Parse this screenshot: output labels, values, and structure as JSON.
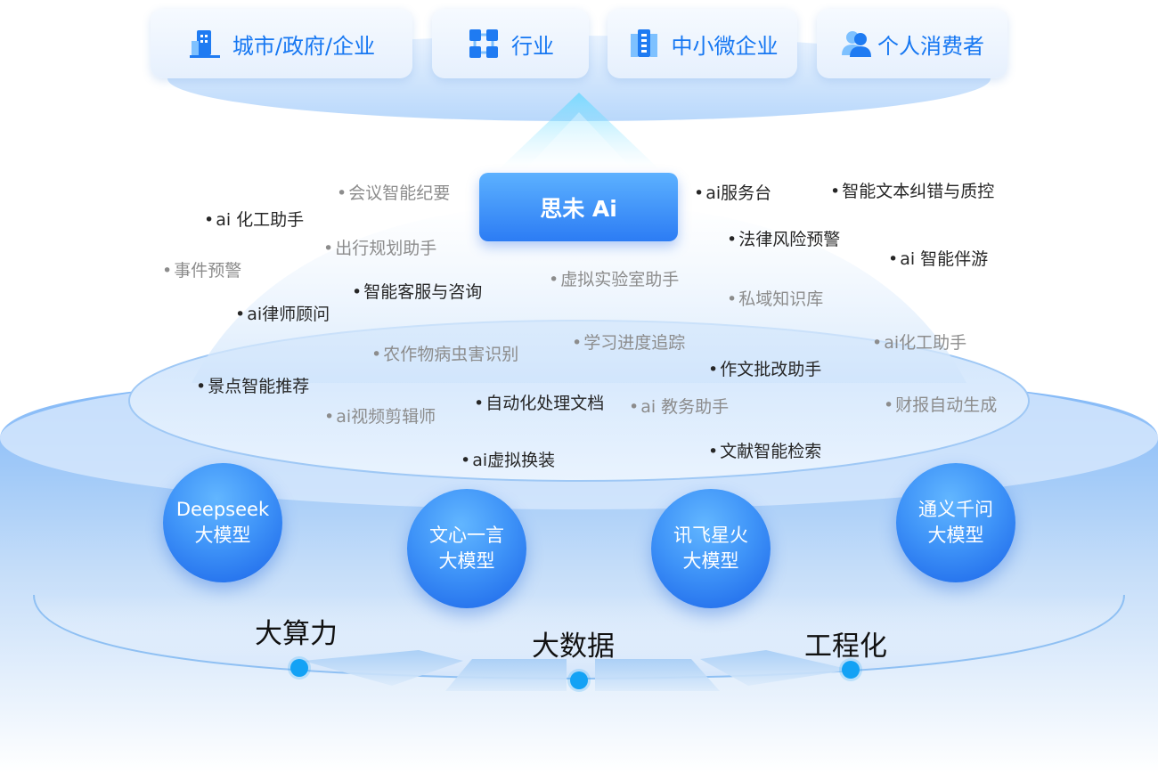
{
  "top_row": [
    {
      "label": "城市/政府/企业",
      "icon": "building-icon"
    },
    {
      "label": "行业",
      "icon": "grid-network-icon"
    },
    {
      "label": "中小微企业",
      "icon": "office-building-icon"
    },
    {
      "label": "个人消费者",
      "icon": "user-group-icon"
    }
  ],
  "core": {
    "label": "思未 Ai"
  },
  "apps": [
    {
      "label": "会议智能纪要"
    },
    {
      "label": "ai服务台"
    },
    {
      "label": "智能文本纠错与质控"
    },
    {
      "label": "ai 化工助手"
    },
    {
      "label": "出行规划助手"
    },
    {
      "label": "法律风险预警"
    },
    {
      "label": "ai 智能伴游"
    },
    {
      "label": "事件预警"
    },
    {
      "label": "智能客服与咨询"
    },
    {
      "label": "虚拟实验室助手"
    },
    {
      "label": "私域知识库"
    },
    {
      "label": "ai律师顾问"
    },
    {
      "label": "学习进度追踪"
    },
    {
      "label": "ai化工助手"
    },
    {
      "label": "农作物病虫害识别"
    },
    {
      "label": "作文批改助手"
    },
    {
      "label": "景点智能推荐"
    },
    {
      "label": "自动化处理文档"
    },
    {
      "label": "ai 教务助手"
    },
    {
      "label": "财报自动生成"
    },
    {
      "label": "ai视频剪辑师"
    },
    {
      "label": "文献智能检索"
    },
    {
      "label": "ai虚拟换装"
    }
  ],
  "models": [
    {
      "line1": "Deepseek",
      "line2": "大模型"
    },
    {
      "line1": "文心一言",
      "line2": "大模型"
    },
    {
      "line1": "讯飞星火",
      "line2": "大模型"
    },
    {
      "line1": "通义千问",
      "line2": "大模型"
    }
  ],
  "base": [
    {
      "label": "大算力"
    },
    {
      "label": "大数据"
    },
    {
      "label": "工程化"
    }
  ],
  "colors": {
    "accent": "#1677f2",
    "core_top": "#5cb1ff",
    "core_bottom": "#2c7cf4",
    "dot": "#13a2f5"
  }
}
